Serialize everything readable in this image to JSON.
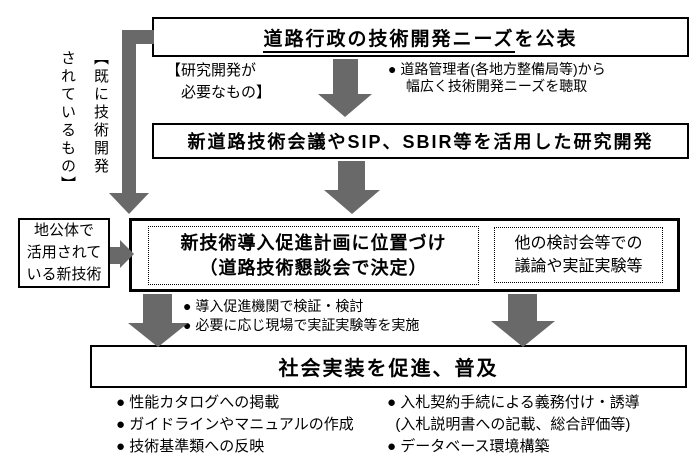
{
  "colors": {
    "arrow_gray": "#696969",
    "border": "#000000",
    "background": "#ffffff"
  },
  "top_box": {
    "title_underlined": "道路行政の技術開発ニーズ",
    "title_suffix": "を公表"
  },
  "labels": {
    "already_developed_vertical": [
      "【既に技術開発",
      "されているもの】"
    ],
    "rd_needed": [
      "【研究開発が",
      "　必要なもの】"
    ],
    "needs_gathering_bullet": [
      "● 道路管理者(各地方整備局等)から",
      "　 幅広く技術開発ニーズを聴取"
    ]
  },
  "research_box": {
    "title": "新道路技術会議やSIP、SBIR等を活用した研究開発"
  },
  "local_gov_box": {
    "lines": [
      "地公体で",
      "活用されて",
      "いる新技術"
    ]
  },
  "plan_box": {
    "lines": [
      "新技術導入促進計画に位置づけ",
      "（道路技術懇談会で決定）"
    ]
  },
  "other_committee_box": {
    "lines": [
      "他の検討会等での",
      "議論や実証実験等"
    ]
  },
  "verification_bullets": {
    "lines": [
      "● 導入促進機関で検証・検討",
      "● 必要に応じ現場で実証実験等を実施"
    ]
  },
  "bottom_box": {
    "title": "社会実装を促進、普及"
  },
  "bottom_bullets": {
    "left": [
      "● 性能カタログへの掲載",
      "● ガイドラインやマニュアルの作成",
      "● 技術基準類への反映"
    ],
    "right": [
      "● 入札契約手続による義務付け・誘導",
      "  (入札説明書への記載、総合評価等)",
      "● データベース環境構築"
    ]
  }
}
